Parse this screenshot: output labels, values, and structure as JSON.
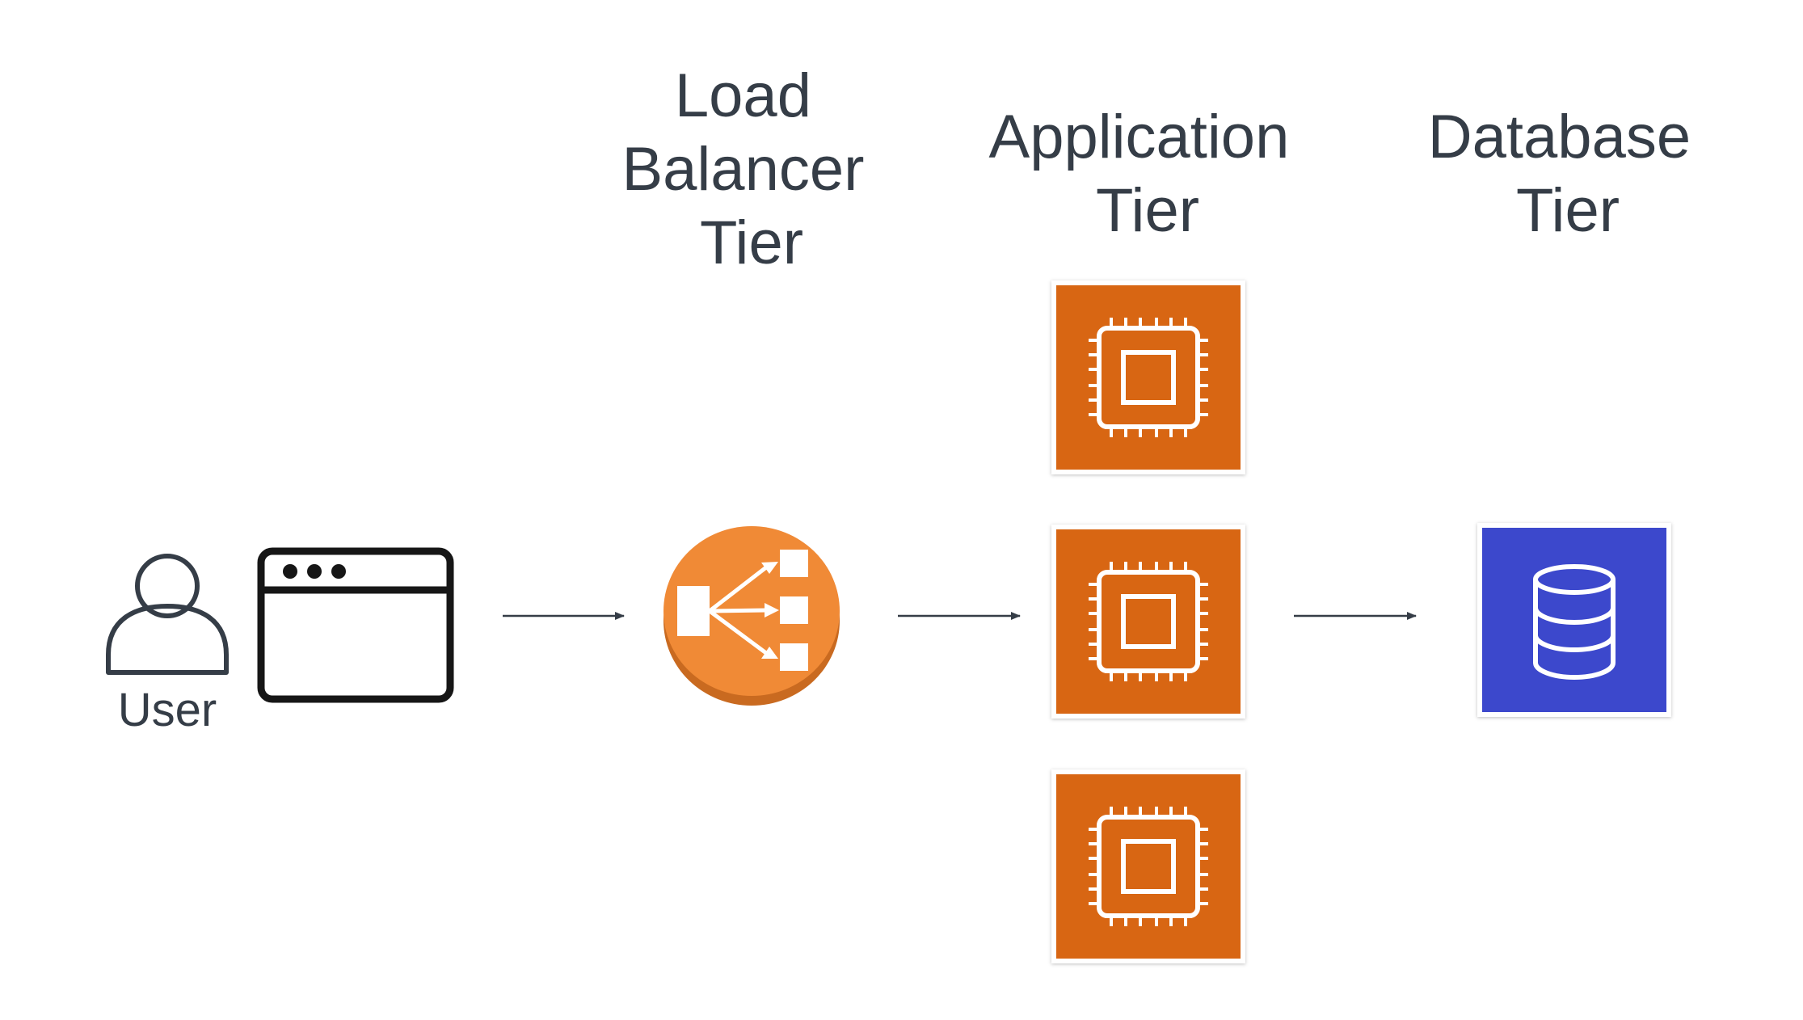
{
  "labels": {
    "load_balancer_tier": [
      "Load",
      "Balancer",
      "Tier"
    ],
    "application_tier": [
      "Application",
      "Tier"
    ],
    "database_tier": [
      "Database",
      "Tier"
    ],
    "user": "User"
  },
  "nodes": {
    "user": {
      "icon": "user-icon"
    },
    "browser": {
      "icon": "browser-window-icon"
    },
    "load_balancer": {
      "icon": "elastic-load-balancer-icon"
    },
    "app_servers": [
      {
        "icon": "ec2-instance-icon"
      },
      {
        "icon": "ec2-instance-icon"
      },
      {
        "icon": "ec2-instance-icon"
      }
    ],
    "database": {
      "icon": "database-icon"
    }
  },
  "edges": [
    {
      "from": "browser",
      "to": "load_balancer"
    },
    {
      "from": "load_balancer",
      "to": "app_servers"
    },
    {
      "from": "app_servers",
      "to": "database"
    }
  ],
  "colors": {
    "text": "#353d47",
    "compute_orange": "#d86613",
    "lb_orange": "#f08a36",
    "lb_shadow": "#c96a20",
    "database_blue": "#3c48cc",
    "arrow": "#353d47",
    "icon_outline": "#161616"
  }
}
